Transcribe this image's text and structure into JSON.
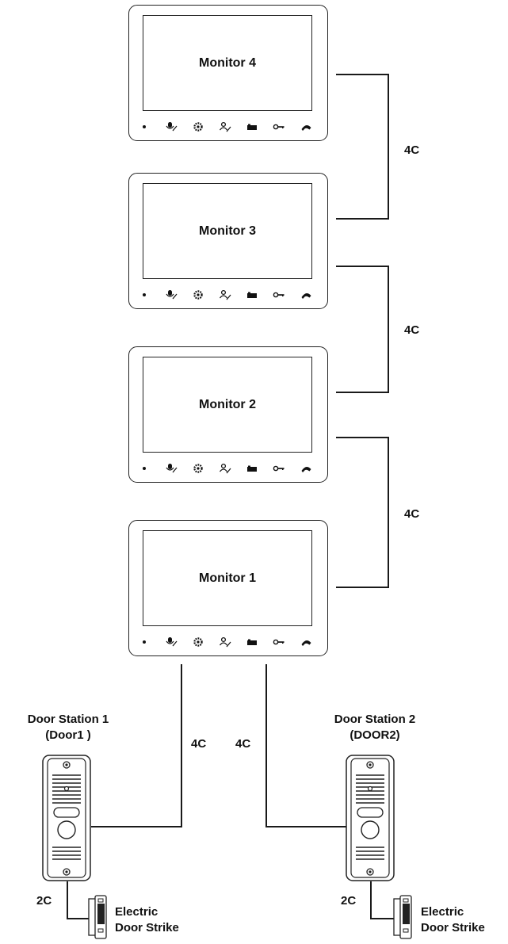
{
  "monitors": [
    {
      "id": "monitor-4",
      "label": "Monitor 4"
    },
    {
      "id": "monitor-3",
      "label": "Monitor 3"
    },
    {
      "id": "monitor-2",
      "label": "Monitor 2"
    },
    {
      "id": "monitor-1",
      "label": "Monitor 1"
    }
  ],
  "monitor_buttons": [
    "dot-indicator-icon",
    "mute-icon",
    "settings-icon",
    "user-mute-icon",
    "camera-icon",
    "unlock-key-icon",
    "talk-handset-icon"
  ],
  "cables": {
    "m4_m3": "4C",
    "m3_m2": "4C",
    "m2_m1": "4C",
    "m1_door1": "4C",
    "m1_door2": "4C",
    "door1_strike": "2C",
    "door2_strike": "2C"
  },
  "door_stations": [
    {
      "title": "Door Station 1",
      "subtitle": "(Door1 )"
    },
    {
      "title": "Door Station 2",
      "subtitle": "(DOOR2)"
    }
  ],
  "strikes": [
    {
      "line1": "Electric",
      "line2": "Door Strike"
    },
    {
      "line1": "Electric",
      "line2": "Door Strike"
    }
  ]
}
